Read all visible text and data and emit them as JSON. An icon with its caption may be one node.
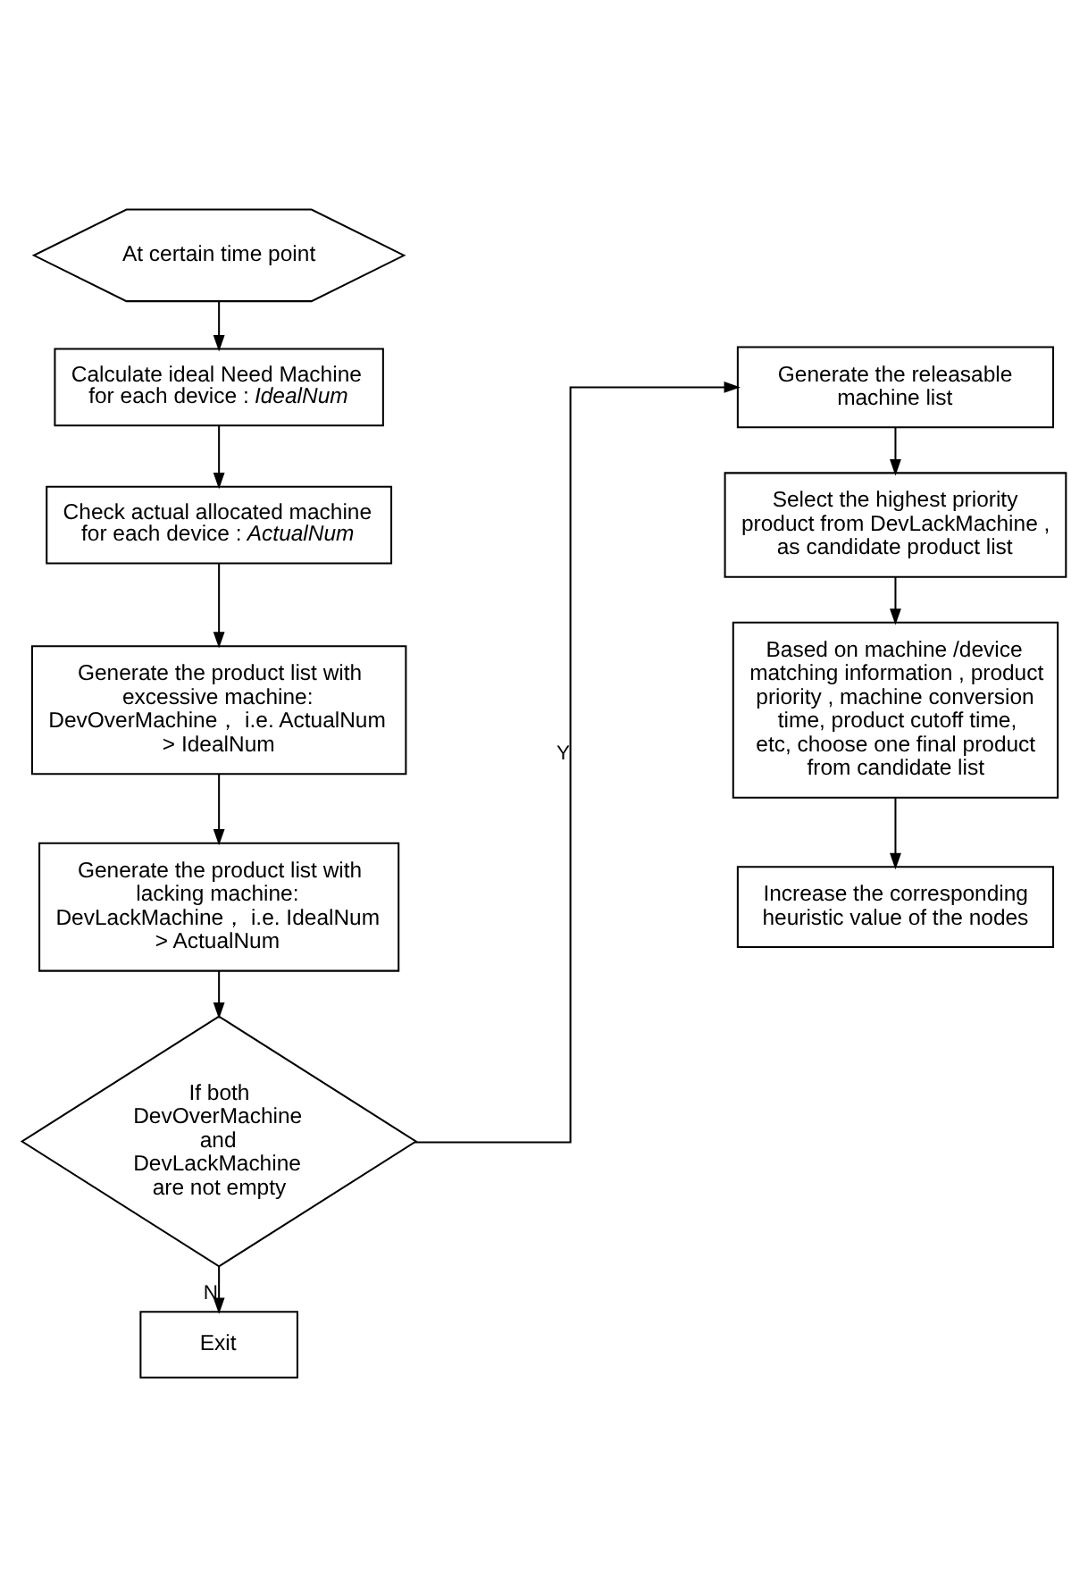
{
  "diagram": {
    "nodes": [
      {
        "text": [
          "At certain time point"
        ]
      },
      {
        "text": [
          "Calculate ideal Need Machine for each device : *IdealNum*"
        ]
      },
      {
        "text": [
          "Check actual allocated machine for each device : *ActualNum*"
        ]
      },
      {
        "text": [
          "Generate the product list with excessive machine: DevOverMachine， i.e. ActualNum > IdealNum"
        ]
      },
      {
        "text": [
          "Generate the product list with lacking machine: DevLackMachine， i.e. IdealNum > ActualNum"
        ]
      },
      {
        "text": [
          "If both DevOverMachine and DevLackMachine are not empty"
        ]
      },
      {
        "text": [
          "Exit"
        ]
      },
      {
        "text": [
          "Generate the releasable machine list"
        ]
      },
      {
        "text": [
          "Select the highest priority product from DevLackMachine , as candidate product list"
        ]
      },
      {
        "text": [
          "Based on machine /device matching information , product priority , machine conversion time, product cutoff time, etc, choose one final product from candidate list"
        ]
      },
      {
        "text": [
          "Increase the corresponding heuristic value of the nodes"
        ]
      }
    ],
    "edges": [
      {
        "from": 0,
        "to": 1,
        "arrow": "to"
      },
      {
        "from": 1,
        "to": 2,
        "arrow": "to"
      },
      {
        "from": 2,
        "to": 3,
        "arrow": "to"
      },
      {
        "from": 3,
        "to": 4,
        "arrow": "to"
      },
      {
        "from": 4,
        "to": 5,
        "arrow": "to"
      },
      {
        "from": 5,
        "to": 6,
        "arrow": "to",
        "label": "N"
      },
      {
        "from": 5,
        "to": 7,
        "arrow": "to",
        "label": "Y"
      },
      {
        "from": 7,
        "to": 8,
        "arrow": "to"
      },
      {
        "from": 8,
        "to": 9,
        "arrow": "to"
      },
      {
        "from": 9,
        "to": 10,
        "arrow": "to"
      }
    ]
  }
}
